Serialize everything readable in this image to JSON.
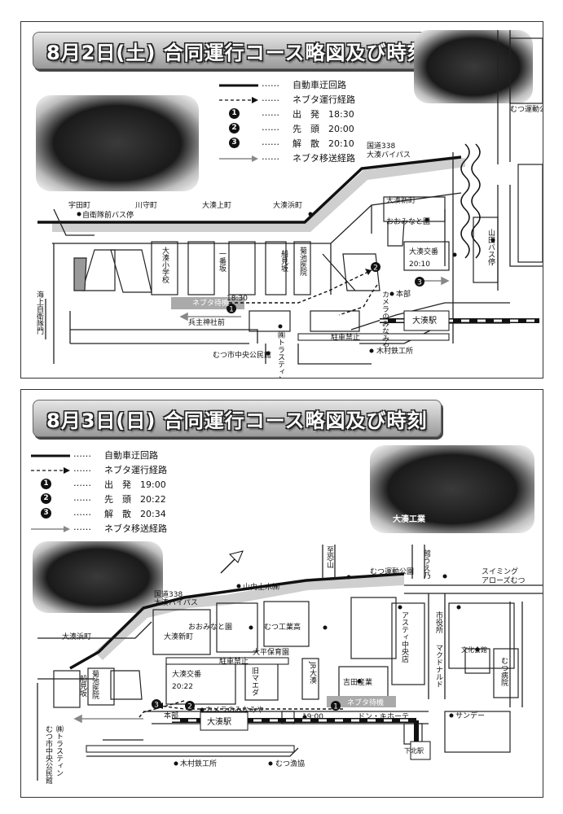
{
  "panel1": {
    "title": "8月2日(土) 合同運行コース略図及び時刻",
    "legend": [
      {
        "icon": "thick-line",
        "dots": "……",
        "text": "自動車迂回路"
      },
      {
        "icon": "dashed-arrow",
        "dots": "……",
        "text": "ネブタ運行経路"
      },
      {
        "icon": "num",
        "num": "1",
        "dots": "……",
        "text": "出　発　18:30"
      },
      {
        "icon": "num",
        "num": "2",
        "dots": "……",
        "text": "先　頭　20:00"
      },
      {
        "icon": "num",
        "num": "3",
        "dots": "……",
        "text": "解　散　20:10"
      },
      {
        "icon": "gray-arrow",
        "dots": "……",
        "text": "ネブタ移送経路"
      }
    ],
    "map": {
      "l_road": "国道338",
      "l_bypass": "大湊バイパス",
      "l_mutsu_park": "むつ運動公園",
      "l_udamachi": "宇田町",
      "l_kawamori": "川守町",
      "l_ominato_kami": "大湊上町",
      "l_ominato_hama": "大湊浜町",
      "l_jieitai_bus": "自衛隊前バス停",
      "l_ominato_shin": "大湊新町",
      "l_oominato_en": "おおみなと園",
      "l_yamada_bus": "山田バス停",
      "l_ominato_school": "大湊小学校",
      "l_ichibanzaka": "一番坂",
      "l_funamizaka": "船見坂",
      "l_kikuchi": "菊池医院",
      "l_koban": "大湊交番",
      "l_time_2010": "20:10",
      "l_kaijo": "海上自衛隊門",
      "l_nebuta_wait": "ネブタ待機",
      "l_time_1830": "18:30",
      "l_hyosu": "兵主神社前",
      "l_trust": "㈱トラスティン",
      "l_kamera": "カメラのみなみや",
      "l_honbu": "本部",
      "l_ominato_eki": "大湊駅",
      "l_chusha": "駐車禁止",
      "l_kimura": "木村鉄工所",
      "l_kominkan": "むつ市中央公民館",
      "n1": "1",
      "n2": "2",
      "n3": "3"
    }
  },
  "panel2": {
    "title": "8月3日(日) 合同運行コース略図及び時刻",
    "legend": [
      {
        "icon": "thick-line",
        "dots": "……",
        "text": "自動車迂回路"
      },
      {
        "icon": "dashed-arrow",
        "dots": "……",
        "text": "ネブタ運行経路"
      },
      {
        "icon": "num",
        "num": "1",
        "dots": "……",
        "text": "出　発　19:00"
      },
      {
        "icon": "num",
        "num": "2",
        "dots": "……",
        "text": "先　頭　20:22"
      },
      {
        "icon": "num",
        "num": "3",
        "dots": "……",
        "text": "解　散　20:34"
      },
      {
        "icon": "gray-arrow",
        "dots": "……",
        "text": "ネブタ移送経路"
      }
    ],
    "photo_caption": "大湊工業",
    "map": {
      "l_osorezan": "至恐山",
      "l_mutsu_park": "むつ運動公園",
      "l_kantaro": "館うえ乃",
      "l_swimming": "スイミング",
      "l_arrows": "アローズむつ",
      "l_road": "国道338",
      "l_bypass": "大湊バイパス",
      "l_yamauchi": "山内土木㈱",
      "l_ominato_hama": "大湊浜町",
      "l_oominato_en": "おおみなと園",
      "l_ominato_shin": "大湊新町",
      "l_mutsu_kogyo": "むつ工業高",
      "l_ohira": "大平保育園",
      "l_asuti": "アスティ中央店",
      "l_shiyakusho": "市役所",
      "l_mcd": "マクドナルド",
      "l_bunka": "文化会館",
      "l_mutsu_hosp": "むつ病院",
      "l_funamizaka": "船見坂",
      "l_kikuchi": "菊池医院",
      "l_chusha": "駐車禁止",
      "l_koban": "大湊交番",
      "l_time_2022": "20:22",
      "l_kyu_maeda": "旧マエダ",
      "l_jr": "JR大湊",
      "l_yoshida": "吉田産業",
      "l_nebuta_wait": "ネブタ待機",
      "l_sunday": "サンデー",
      "l_honbu": "本部",
      "l_kamera": "カメラのみなみや",
      "l_ominato_eki": "大湊駅",
      "l_time_1900": "19:00",
      "l_donki": "ドン・キホーテ",
      "l_shimokita": "下北駅",
      "l_trust": "㈱トラスティン",
      "l_kominkan": "むつ市中央公民館",
      "l_kimura": "木村鉄工所",
      "l_gyokyo": "むつ漁協",
      "n1": "1",
      "n2": "2",
      "n3": "3"
    }
  },
  "colors": {
    "gray_road": "#cfcfcf",
    "dark": "#111111",
    "photo_bg": "#222222"
  }
}
